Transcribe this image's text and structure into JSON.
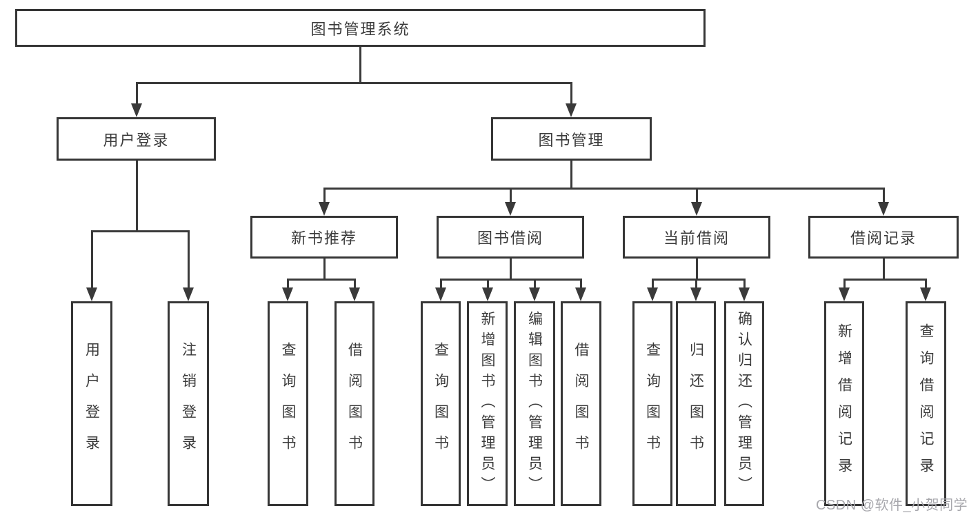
{
  "diagram_title": "图书管理系统",
  "nodes": {
    "root": "图书管理系统",
    "user_login": "用户登录",
    "book_mgmt": "图书管理",
    "new_book_rec": "新书推荐",
    "book_borrow": "图书借阅",
    "current_borrow": "当前借阅",
    "borrow_records": "借阅记录",
    "leaf_user_login": "用户登录",
    "leaf_logout": "注销登录",
    "leaf_query_book_1": "查询图书",
    "leaf_borrow_book_1": "借阅图书",
    "leaf_query_book_2": "查询图书",
    "leaf_add_book": "新增图书（管理员）",
    "leaf_edit_book": "编辑图书（管理员）",
    "leaf_borrow_book_2": "借阅图书",
    "leaf_query_book_3": "查询图书",
    "leaf_return_book": "归还图书",
    "leaf_confirm_return": "确认归还（管理员）",
    "leaf_add_borrow_record": "新增借阅记录",
    "leaf_query_borrow_record": "查询借阅记录"
  },
  "tree": {
    "root": [
      "user_login",
      "book_mgmt"
    ],
    "user_login": [
      "leaf_user_login",
      "leaf_logout"
    ],
    "book_mgmt": [
      "new_book_rec",
      "book_borrow",
      "current_borrow",
      "borrow_records"
    ],
    "new_book_rec": [
      "leaf_query_book_1",
      "leaf_borrow_book_1"
    ],
    "book_borrow": [
      "leaf_query_book_2",
      "leaf_add_book",
      "leaf_edit_book",
      "leaf_borrow_book_2"
    ],
    "current_borrow": [
      "leaf_query_book_3",
      "leaf_return_book",
      "leaf_confirm_return"
    ],
    "borrow_records": [
      "leaf_add_borrow_record",
      "leaf_query_borrow_record"
    ]
  },
  "watermark": "CSDN @软件_小贺同学",
  "colors": {
    "background": "#ffffff",
    "line": "#3a3a3a",
    "box_border": "#363636",
    "text": "#3b3b3b",
    "watermark": "#a7a7ac"
  }
}
